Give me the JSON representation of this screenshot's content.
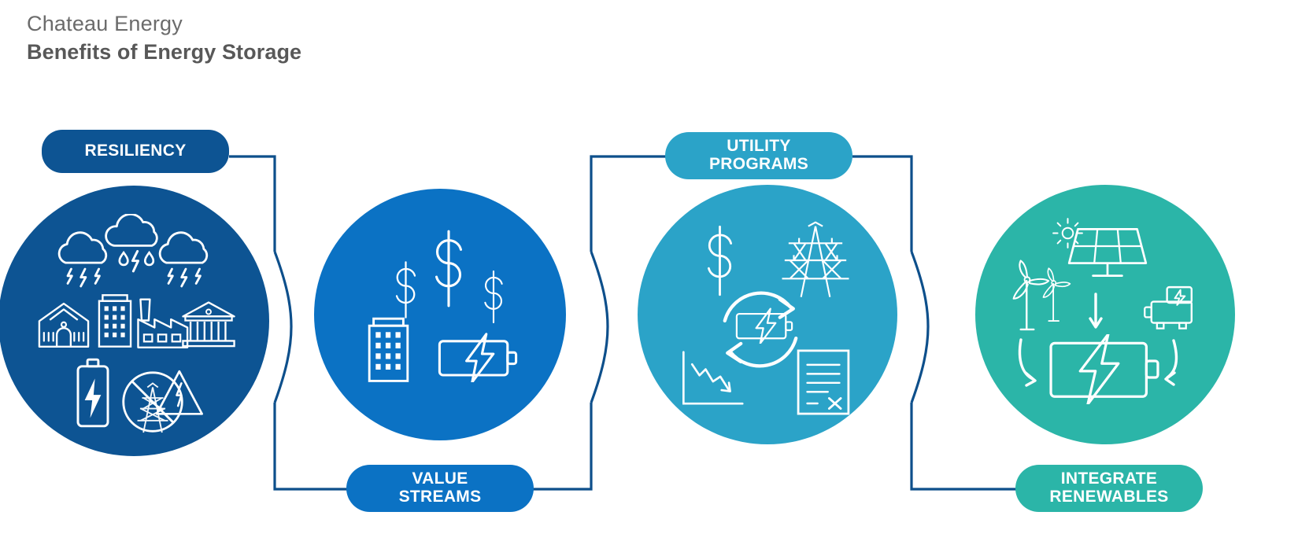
{
  "header": {
    "brand": "Chateau Energy",
    "title": "Benefits of Energy Storage"
  },
  "theme": {
    "background": "#ffffff",
    "brand_text": "#6b6b6b",
    "title_text": "#585858",
    "connector_line": "#0d4f8b",
    "icon_stroke": "#ffffff"
  },
  "nodes": [
    {
      "id": "resiliency",
      "label_lines": [
        "RESILIENCY"
      ],
      "color": "#0d5493",
      "badge_position": "top-left",
      "icons": [
        "storm-cloud-lightning-icon",
        "storm-cloud-rain-lightning-icon",
        "storm-cloud-lightning-icon",
        "school-building-icon",
        "office-tower-icon",
        "factory-icon",
        "bank-courthouse-icon",
        "battery-lightning-icon",
        "no-power-outage-icon"
      ]
    },
    {
      "id": "value-streams",
      "label_lines": [
        "VALUE",
        "STREAMS"
      ],
      "color": "#0b72c4",
      "badge_position": "bottom",
      "icons": [
        "dollar-sign-small-icon",
        "dollar-sign-large-icon",
        "dollar-sign-medium-icon",
        "office-tower-icon",
        "battery-lightning-icon"
      ]
    },
    {
      "id": "utility-programs",
      "label_lines": [
        "UTILITY",
        "PROGRAMS"
      ],
      "color": "#2ba3c8",
      "badge_position": "top",
      "icons": [
        "dollar-sign-icon",
        "transmission-tower-icon",
        "battery-cycle-arrows-icon",
        "declining-chart-icon",
        "bill-document-x-icon"
      ]
    },
    {
      "id": "integrate-renewables",
      "label_lines": [
        "INTEGRATE",
        "RENEWABLES"
      ],
      "color": "#2bb5a8",
      "badge_position": "bottom-right",
      "icons": [
        "sun-icon",
        "solar-panel-icon",
        "wind-turbine-icon",
        "wind-turbine-small-icon",
        "generator-lightning-icon",
        "battery-lightning-large-icon",
        "arrow-down-icon",
        "arrow-curve-left-icon",
        "arrow-curve-right-icon"
      ]
    }
  ],
  "connectors": [
    {
      "id": "connector-resiliency-value-streams",
      "from": "resiliency",
      "to": "value-streams"
    },
    {
      "id": "connector-value-streams-utility-programs",
      "from": "value-streams",
      "to": "utility-programs"
    },
    {
      "id": "connector-utility-programs-integrate-renewables",
      "from": "utility-programs",
      "to": "integrate-renewables"
    }
  ]
}
